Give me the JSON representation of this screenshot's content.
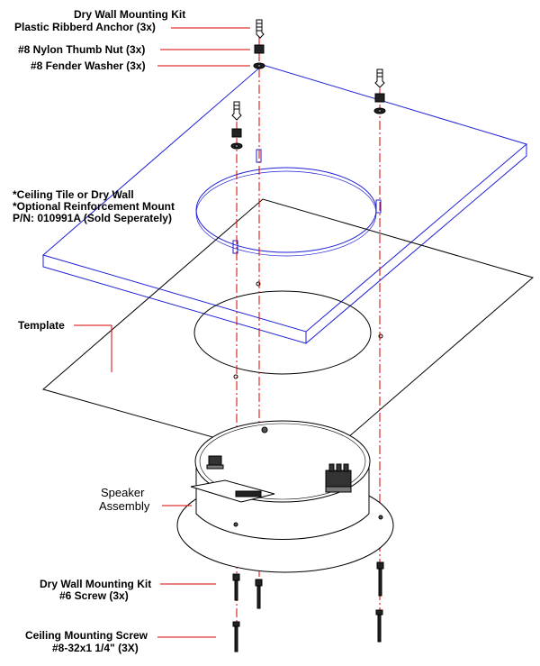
{
  "labels": {
    "kit_line1": "Dry Wall Mounting Kit",
    "kit_line2": "Plastic Ribberd Anchor (3x)",
    "thumb_nut": "#8 Nylon Thumb Nut (3x)",
    "fender_washer": "#8 Fender Washer (3x)",
    "ceiling_line1": "*Ceiling Tile or Dry Wall",
    "ceiling_line2": "*Optional Reinforcement Mount",
    "ceiling_line3": "P/N: 010991A (Sold Seperately)",
    "template": "Template",
    "speaker_line1": "Speaker",
    "speaker_line2": "Assembly",
    "screw6_line1": "Dry Wall Mounting Kit",
    "screw6_line2": "#6 Screw (3x)",
    "ceilscrew_line1": "Ceiling Mounting Screw",
    "ceilscrew_line2": "#8-32x1 1/4\" (3X)"
  },
  "colors": {
    "leader": "#d40000",
    "panel": "#1f1fd6",
    "line": "#000000"
  }
}
